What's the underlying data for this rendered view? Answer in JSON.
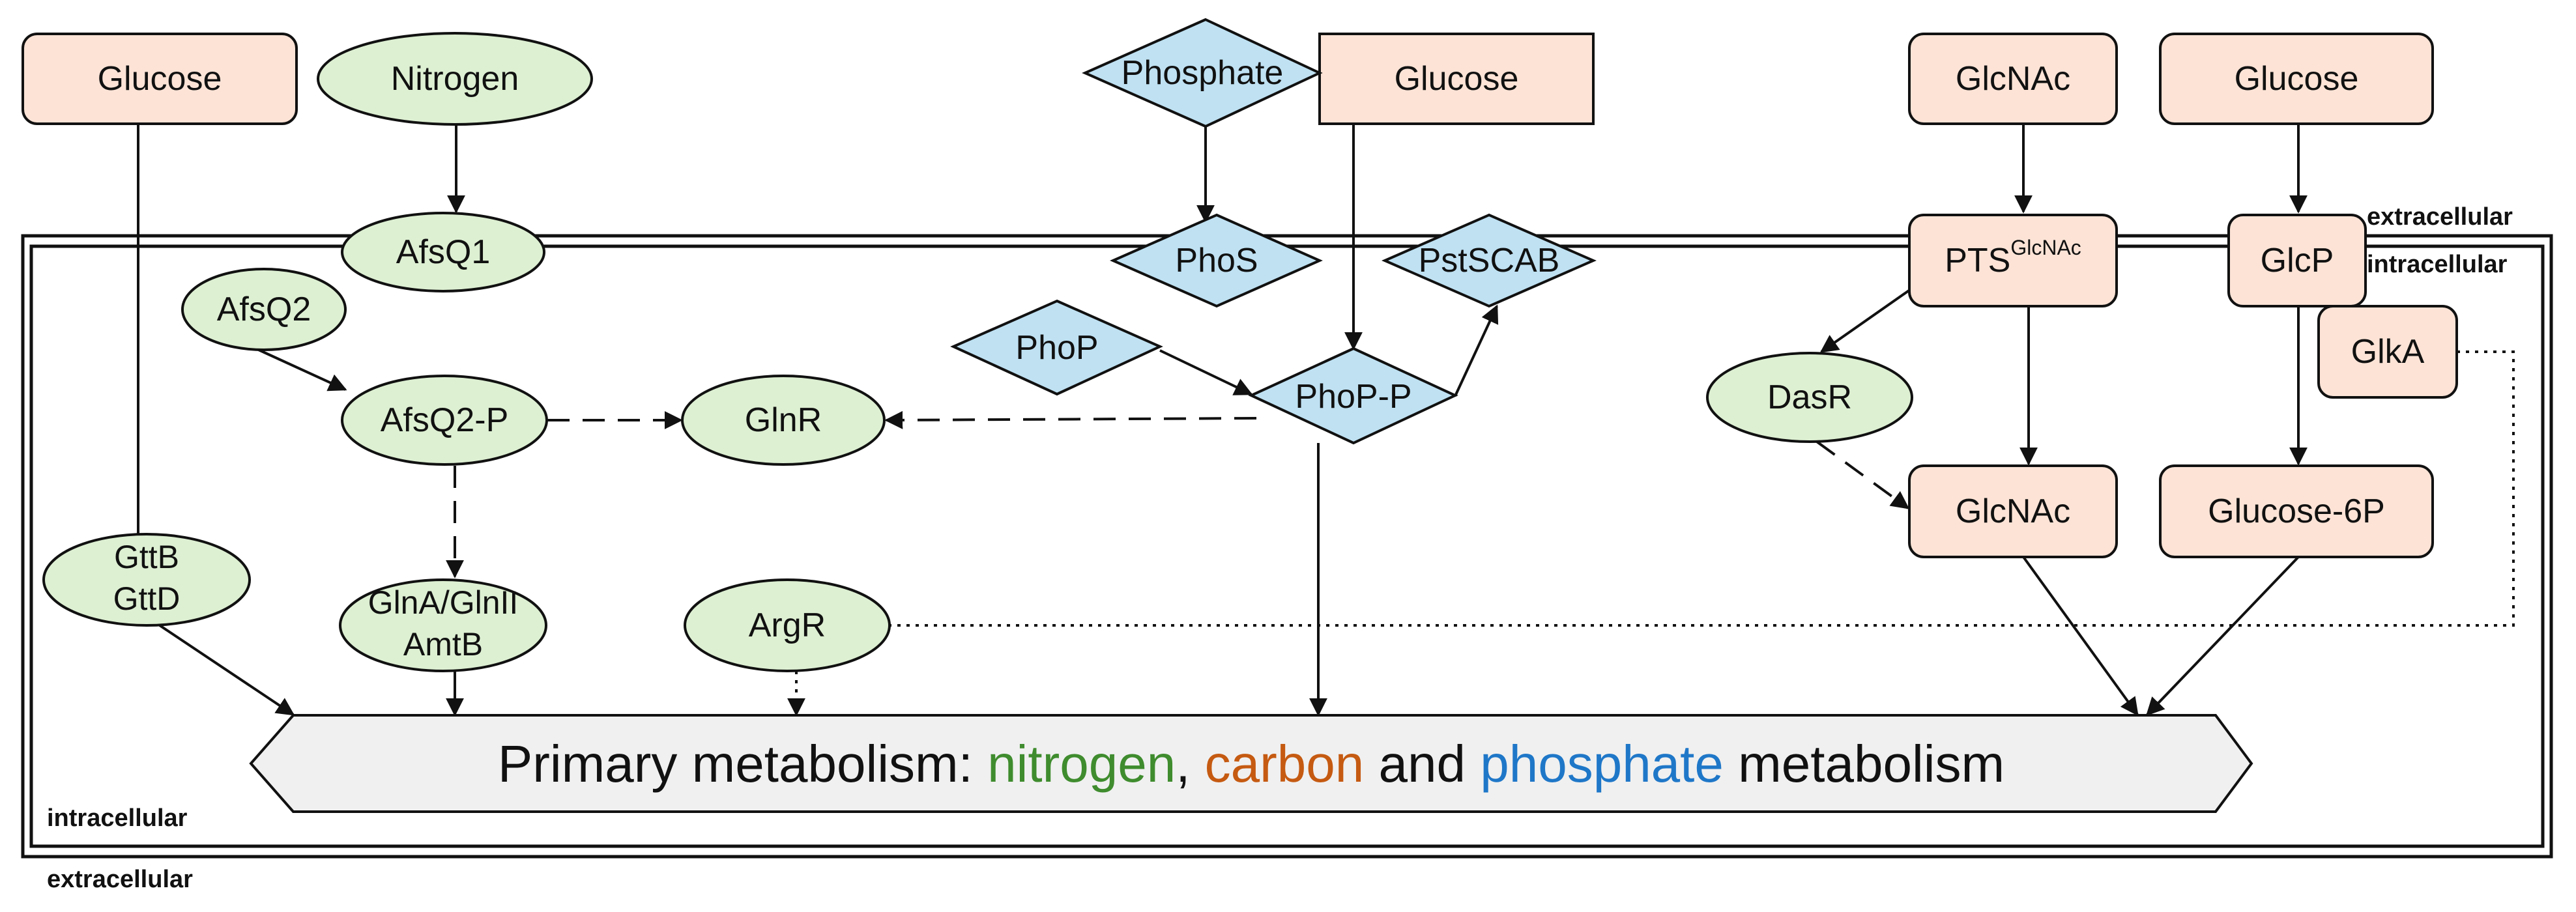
{
  "colors": {
    "carbon_node": "#fce3d6",
    "nitrogen_node": "#ddf0d2",
    "phosphate_node": "#bfe1f2",
    "banner_fill": "#f0f0f0",
    "stroke": "#111111",
    "nitrogen_word": "#3f8c2e",
    "carbon_word": "#c55a11",
    "phosphate_word": "#1f77c8"
  },
  "regions": {
    "top_right_extra": "extracellular",
    "top_right_intra": "intracellular",
    "bottom_left_intra": "intracellular",
    "bottom_left_extra": "extracellular"
  },
  "nodes": {
    "glucose_1": "Glucose",
    "nitrogen": "Nitrogen",
    "afsq1": "AfsQ1",
    "afsq2": "AfsQ2",
    "afsq2_p": "AfsQ2-P",
    "glnr": "GlnR",
    "gttb": "GttB",
    "gttd": "GttD",
    "glna_line1": "GlnA/GlnII",
    "glna_line2": "AmtB",
    "argr": "ArgR",
    "phosphate": "Phosphate",
    "glucose_2": "Glucose",
    "phos": "PhoS",
    "pstscab": "PstSCAB",
    "phop": "PhoP",
    "phop_p": "PhoP-P",
    "glcnac_top": "GlcNAc",
    "glucose_3": "Glucose",
    "pts_base": "PTS",
    "pts_sup": "GlcNAc",
    "glcp": "GlcP",
    "glka": "GlkA",
    "dasr": "DasR",
    "glcnac_bottom": "GlcNAc",
    "glucose_6p": "Glucose-6P"
  },
  "banner": {
    "prefix": "Primary metabolism: ",
    "nitrogen": "nitrogen",
    "comma": ", ",
    "carbon": "carbon",
    "and": " and ",
    "phosphate": "phosphate",
    "suffix": " metabolism"
  }
}
